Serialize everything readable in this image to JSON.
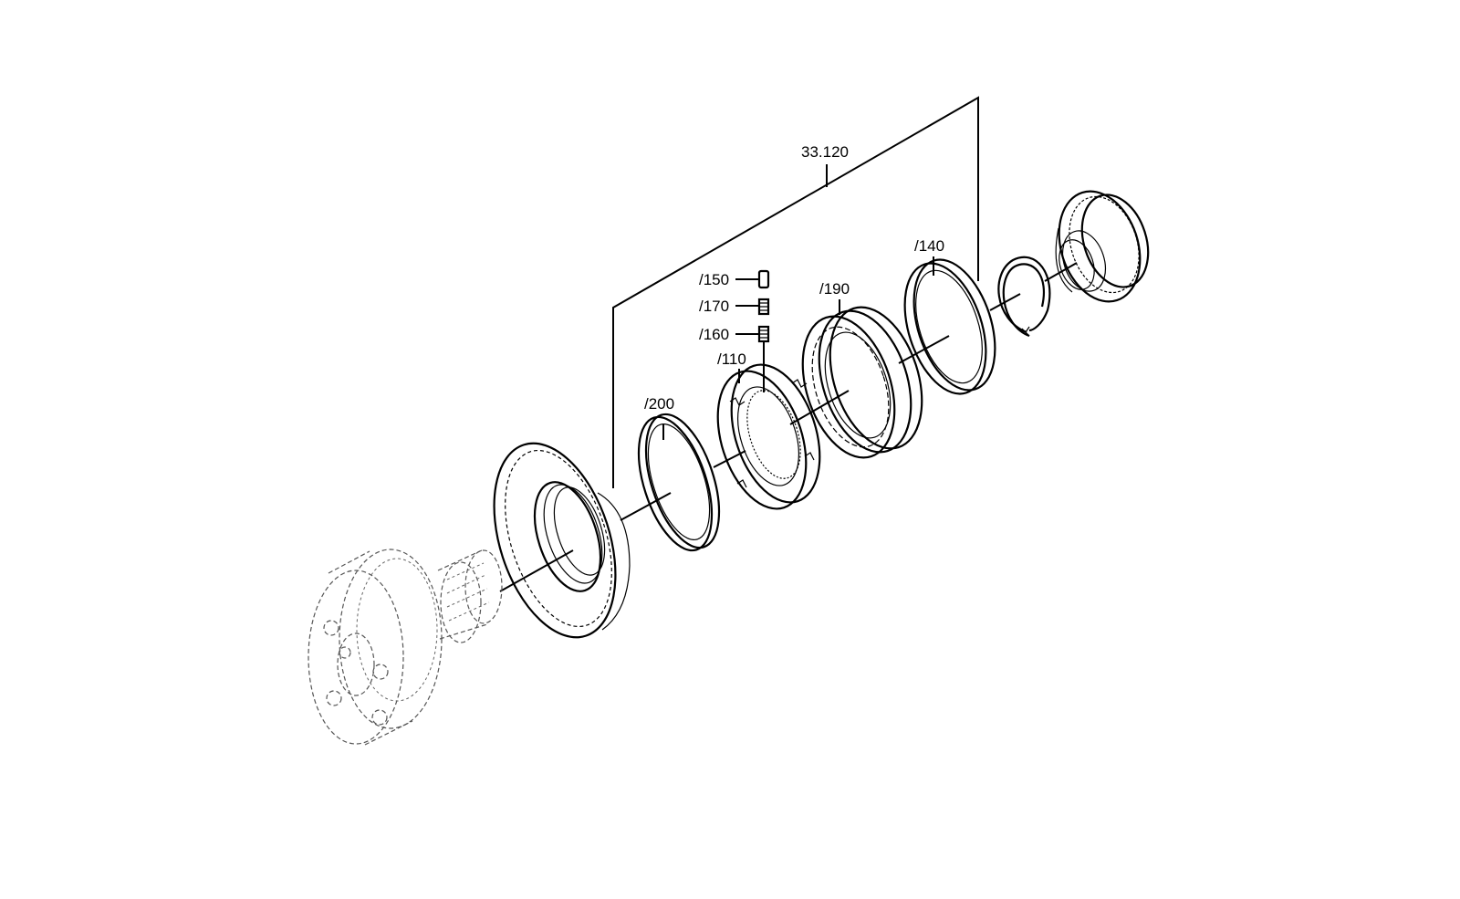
{
  "assembly_label": "33.120",
  "callouts": {
    "c150": "/150",
    "c170": "/170",
    "c160": "/160",
    "c110": "/110",
    "c190": "/190",
    "c140": "/140",
    "c200": "/200"
  }
}
